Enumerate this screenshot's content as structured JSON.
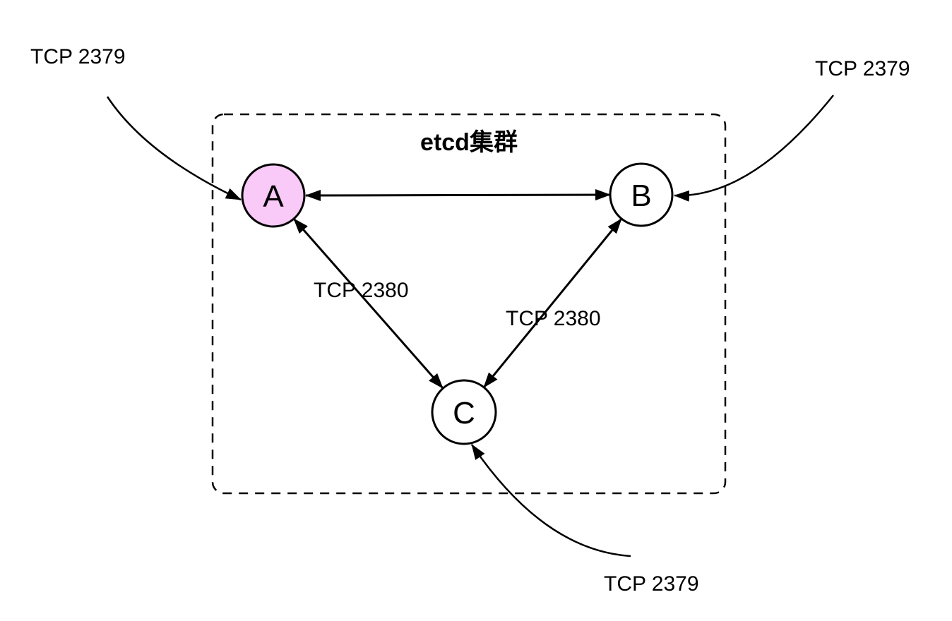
{
  "diagram": {
    "cluster_label": "etcd集群",
    "nodes": [
      {
        "label": "A",
        "fill": "#f9c9f7"
      },
      {
        "label": "B",
        "fill": "#ffffff"
      },
      {
        "label": "C",
        "fill": "#ffffff"
      }
    ],
    "peer_port_labels": [
      {
        "text": "TCP 2380",
        "edge": "A-C"
      },
      {
        "text": "TCP 2380",
        "edge": "B-C"
      }
    ],
    "client_port_labels": [
      {
        "text": "TCP 2379",
        "position": "top-left",
        "target": "A"
      },
      {
        "text": "TCP 2379",
        "position": "top-right",
        "target": "B"
      },
      {
        "text": "TCP 2379",
        "position": "bottom",
        "target": "C"
      }
    ],
    "colors": {
      "line": "#000000",
      "text": "#000000",
      "node_a_fill": "#f9c9f7",
      "node_default_fill": "#ffffff",
      "background": "#ffffff"
    }
  }
}
